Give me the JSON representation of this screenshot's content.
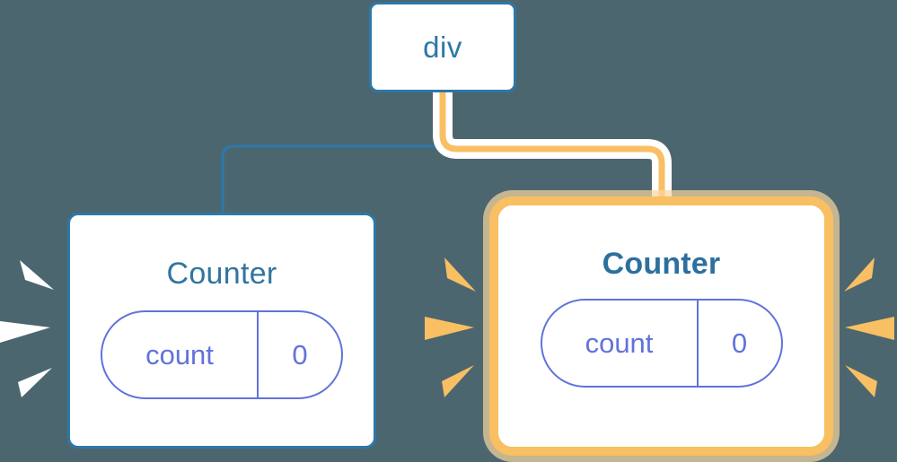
{
  "diagram": {
    "type": "component-tree",
    "title": "div",
    "background_color": "#4c6670",
    "accent_blue": "#2d78a8",
    "accent_orange": "#f8bf63",
    "accent_indigo": "#6272dc"
  },
  "nodes": {
    "root": {
      "label": "div",
      "kind": "dom-element",
      "highlighted": false
    },
    "counter_left": {
      "label": "Counter",
      "kind": "component",
      "highlighted": false,
      "state": {
        "key": "count",
        "value": "0"
      }
    },
    "counter_right": {
      "label": "Counter",
      "kind": "component",
      "highlighted": true,
      "state": {
        "key": "count",
        "value": "0"
      }
    }
  },
  "edges": [
    {
      "from": "root",
      "to": "counter_left",
      "color": "#2d78a8",
      "highlighted": false
    },
    {
      "from": "root",
      "to": "counter_right",
      "color": "#f8bf63",
      "highlighted": true
    }
  ],
  "sparkles": {
    "left_of_left_counter": {
      "color": "#ffffff",
      "count": 3,
      "direction": "right"
    },
    "right_of_left_counter": {
      "color": "#f8bf63",
      "count": 3,
      "direction": "right"
    },
    "right_of_right_counter": {
      "color": "#f8bf63",
      "count": 3,
      "direction": "left"
    }
  }
}
